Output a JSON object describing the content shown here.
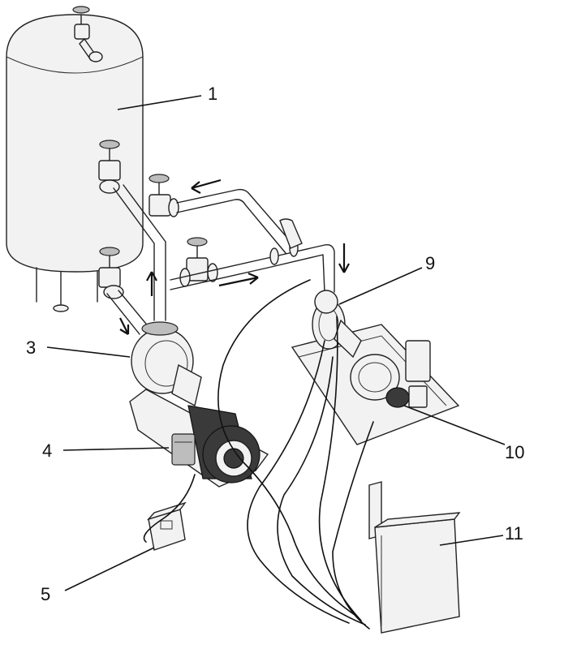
{
  "callouts": [
    {
      "id": "1",
      "label": "1"
    },
    {
      "id": "3",
      "label": "3"
    },
    {
      "id": "4",
      "label": "4"
    },
    {
      "id": "5",
      "label": "5"
    },
    {
      "id": "9",
      "label": "9"
    },
    {
      "id": "10",
      "label": "10"
    },
    {
      "id": "11",
      "label": "11"
    }
  ],
  "colors": {
    "line": "#222222",
    "fill_light": "#f2f2f2",
    "fill_dark": "#3a3a3a",
    "background": "#ffffff"
  }
}
